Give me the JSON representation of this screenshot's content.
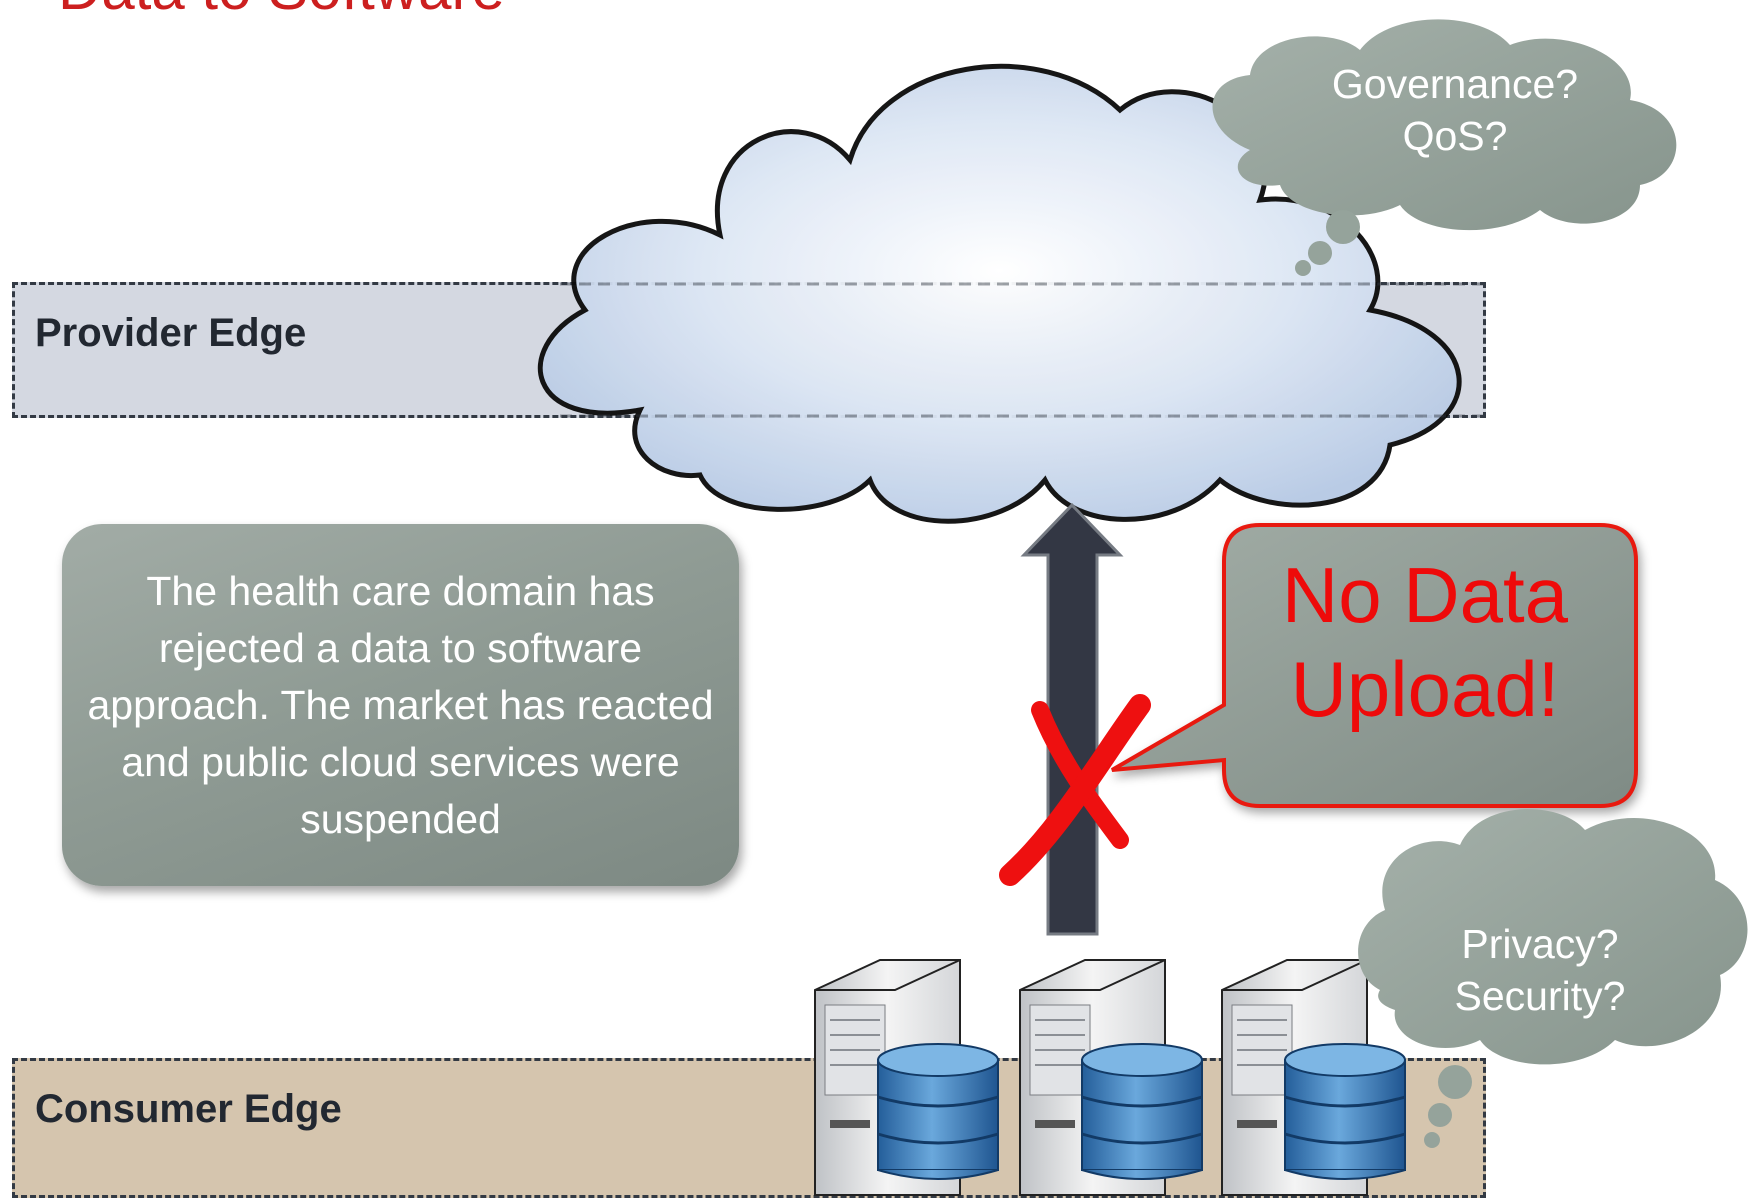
{
  "title": "Data to Software",
  "bands": {
    "provider": "Provider Edge",
    "consumer": "Consumer Edge"
  },
  "info_box": "The health care domain has rejected a data to software approach. The market has reacted and public cloud services were suspended",
  "callout": {
    "line1": "No Data",
    "line2": "Upload!"
  },
  "thought_top": {
    "line1": "Governance?",
    "line2": "QoS?"
  },
  "thought_bottom": {
    "line1": "Privacy?",
    "line2": "Security?"
  },
  "icons": [
    "cloud-icon",
    "upload-arrow-icon",
    "blocked-x-icon",
    "server-icon",
    "database-icon"
  ],
  "colors": {
    "title": "#cc1f1f",
    "callout_text": "#ee0a0a",
    "callout_border": "#e8190f",
    "arrow": "#333744",
    "x_mark": "#ee1010",
    "thought_cloud": "#95a39b",
    "provider_band": "#d4d8e1",
    "consumer_band": "#d5c5ae"
  }
}
